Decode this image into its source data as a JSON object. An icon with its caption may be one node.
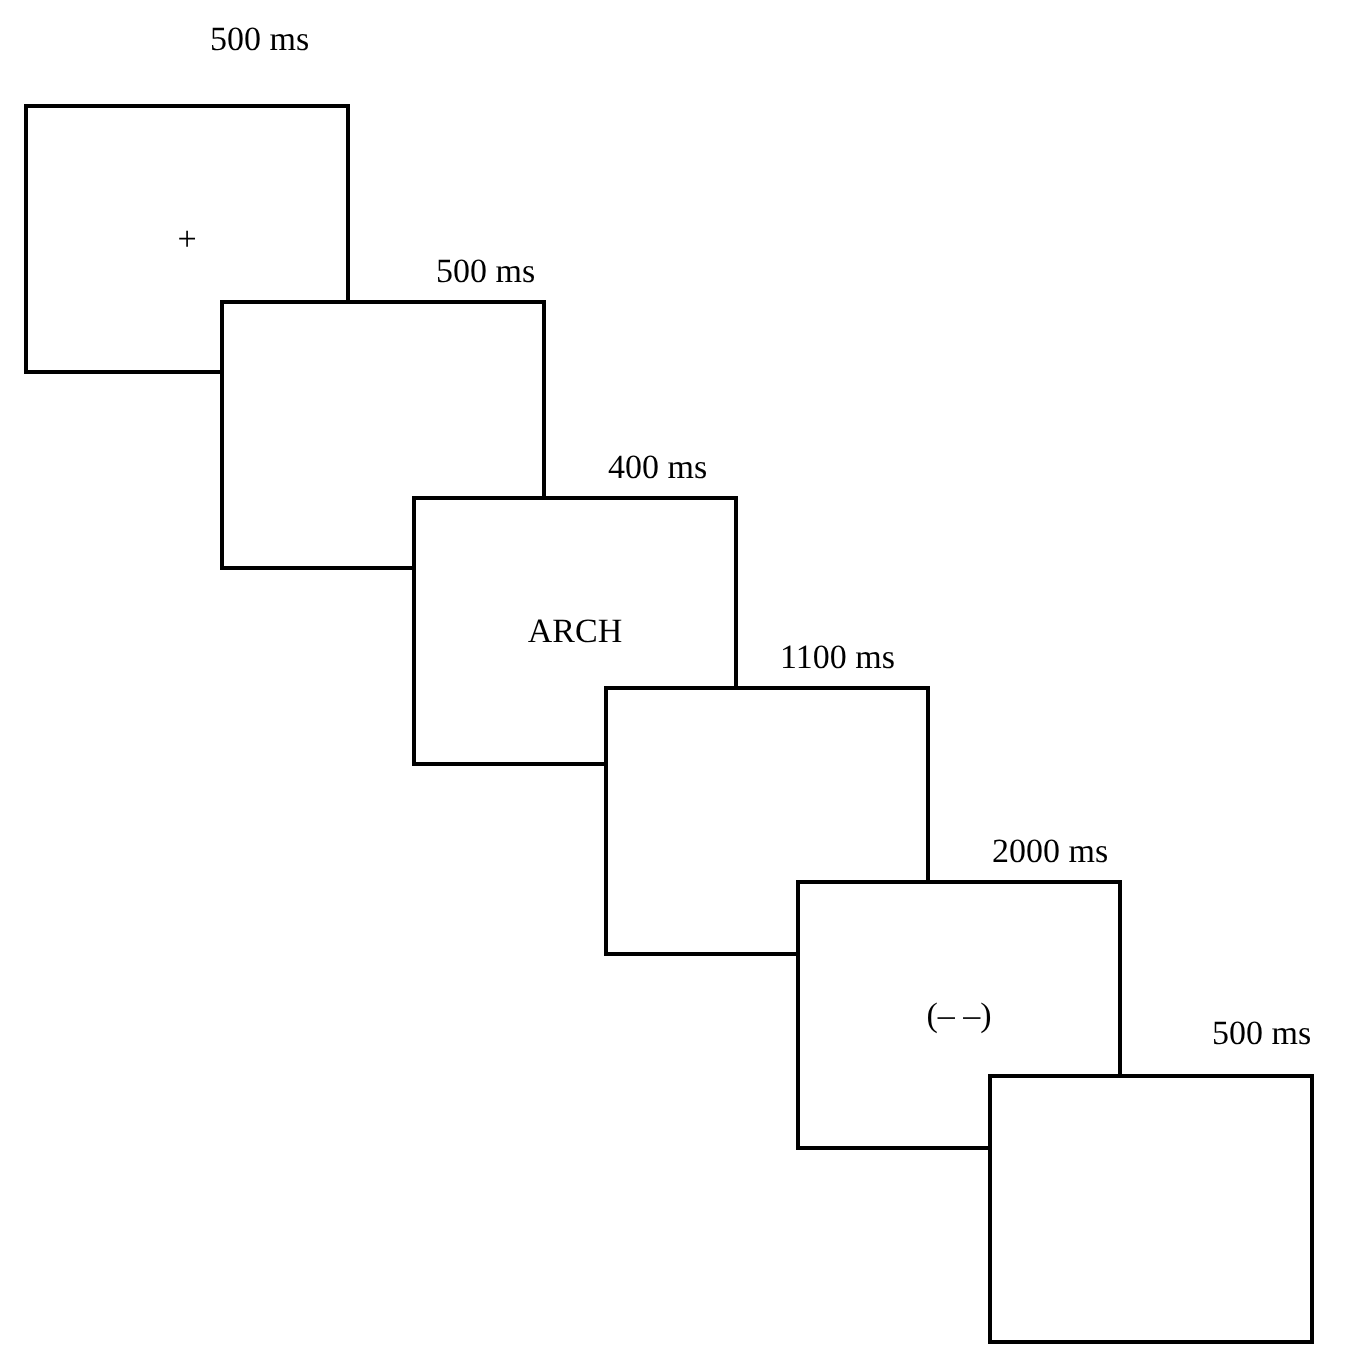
{
  "diagram": {
    "nodes": [
      {
        "text": [
          "+"
        ],
        "beside": [
          "500 ms"
        ]
      },
      {
        "text": [],
        "shape": "box",
        "beside": [
          "500 ms"
        ]
      },
      {
        "text": [
          "ARCH"
        ],
        "beside": [
          "400 ms"
        ]
      },
      {
        "text": [],
        "shape": "box",
        "beside": [
          "1100 ms"
        ]
      },
      {
        "text": [
          "(– –)"
        ],
        "beside": [
          "2000 ms"
        ]
      },
      {
        "text": [],
        "shape": "box",
        "beside": [
          "500 ms"
        ]
      }
    ],
    "edges": []
  }
}
